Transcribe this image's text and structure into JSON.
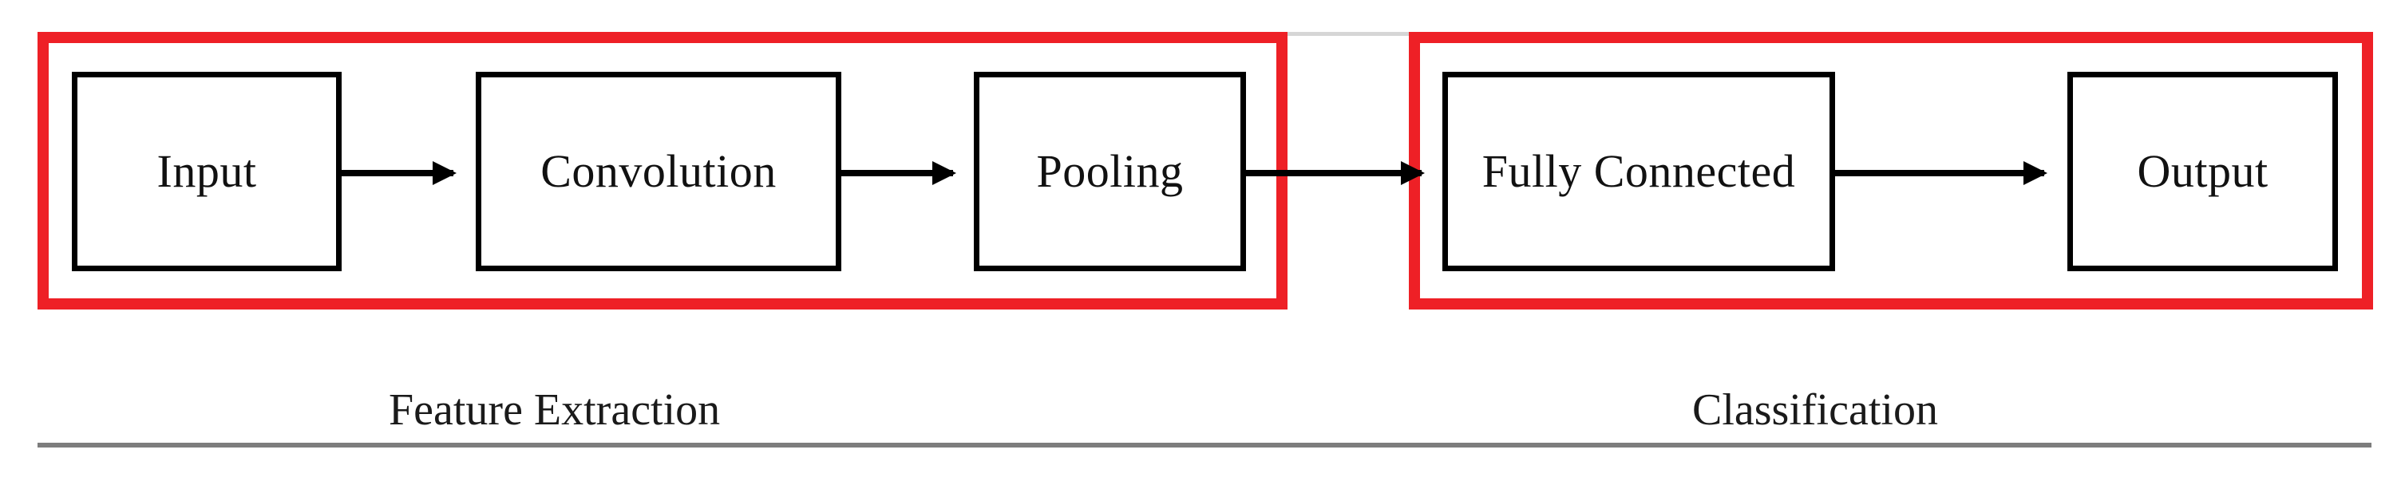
{
  "diagram": {
    "title": "CNN pipeline block diagram",
    "colors": {
      "group_border": "#ee2026",
      "node_border": "#000000",
      "arrow": "#000000",
      "bottom_rule": "#7d7d7d",
      "top_rule": "#d6d6d6",
      "background": "#ffffff"
    },
    "nodes": [
      {
        "id": "input",
        "label": "Input"
      },
      {
        "id": "convolution",
        "label": "Convolution"
      },
      {
        "id": "pooling",
        "label": "Pooling"
      },
      {
        "id": "fully_connected",
        "label": "Fully Connected"
      },
      {
        "id": "output",
        "label": "Output"
      }
    ],
    "groups": [
      {
        "id": "feature_extraction",
        "caption": "Feature Extraction",
        "members": [
          "Input",
          "Convolution",
          "Pooling"
        ]
      },
      {
        "id": "classification",
        "caption": "Classification",
        "members": [
          "Fully Connected",
          "Output"
        ]
      }
    ],
    "arrows": [
      {
        "id": "input-to-convolution",
        "from": "Input",
        "to": "Convolution",
        "head": true
      },
      {
        "id": "convolution-to-pooling",
        "from": "Convolution",
        "to": "Pooling",
        "head": true
      },
      {
        "id": "pooling-to-fully-connected",
        "from": "Pooling",
        "to": "Fully Connected",
        "head": true
      },
      {
        "id": "fully-connected-to-output",
        "from": "Fully Connected",
        "to": "Output",
        "head": true
      }
    ]
  }
}
